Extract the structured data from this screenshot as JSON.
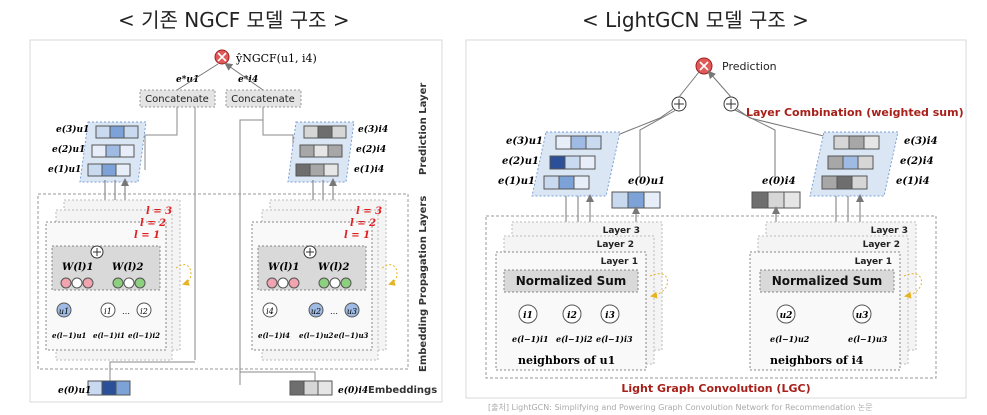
{
  "titles": {
    "left": "< 기존 NGCF 모델 구조 >",
    "right": "< LightGCN 모델 구조 >"
  },
  "ngcf": {
    "prediction": "ŷNGCF(u1, i4)",
    "concat_left": "Concatenate",
    "concat_right": "Concatenate",
    "e_star_u": "e*u1",
    "e_star_i": "e*i4",
    "prediction_layer": "Prediction Layer",
    "propagation_layers": "Embedding Propagation Layers",
    "embeddings": "Embeddings",
    "layer_labels": [
      "l = 3",
      "l = 2",
      "l = 1"
    ],
    "left_stack_labels": [
      "e(3)u1",
      "e(2)u1",
      "e(1)u1"
    ],
    "right_stack_labels": [
      "e(3)i4",
      "e(2)i4",
      "e(1)i4"
    ],
    "w1": "W(l)1",
    "w2": "W(l)2",
    "left_nodes": [
      "u1",
      "i1",
      "…",
      "i2"
    ],
    "left_node_labels": [
      "e(l−1)u1",
      "e(l−1)i1",
      "e(l−1)i2"
    ],
    "right_nodes": [
      "i4",
      "u2",
      "…",
      "u3"
    ],
    "right_node_labels": [
      "e(l−1)i4",
      "e(l−1)u2",
      "e(l−1)u3"
    ],
    "bottom_left": "e(0)u1",
    "bottom_right": "e(0)i4"
  },
  "lightgcn": {
    "prediction": "Prediction",
    "layer_combination": "Layer Combination (weighted sum)",
    "left_stack_labels": [
      "e(3)u1",
      "e(2)u1",
      "e(1)u1"
    ],
    "right_stack_labels": [
      "e(3)i4",
      "e(2)i4",
      "e(1)i4"
    ],
    "e0_u": "e(0)u1",
    "e0_i": "e(0)i4",
    "layers": [
      "Layer 3",
      "Layer 2",
      "Layer 1"
    ],
    "normalized_sum": "Normalized Sum",
    "left_nodes": [
      "i1",
      "i2",
      "i3"
    ],
    "left_node_labels": [
      "e(l−1)i1",
      "e(l−1)i2",
      "e(l−1)i3"
    ],
    "right_nodes": [
      "u2",
      "u3"
    ],
    "right_node_labels": [
      "e(l−1)u2",
      "e(l−1)u3"
    ],
    "neighbors_left": "neighbors of u1",
    "neighbors_right": "neighbors of i4",
    "lgc": "Light Graph Convolution (LGC)"
  },
  "caption": "[출처] LightGCN: Simplifying and Powering Graph Convolution Network for Recommendation 논문",
  "colors": {
    "red": "#e02020",
    "darkred": "#a8201a",
    "blue_dark": "#2c4f9a",
    "blue_mid": "#7da2d8",
    "blue_light": "#c9daf0",
    "gray_dark": "#6e6e6e",
    "gray_mid": "#a7a7a7",
    "gold": "#e6b422"
  }
}
